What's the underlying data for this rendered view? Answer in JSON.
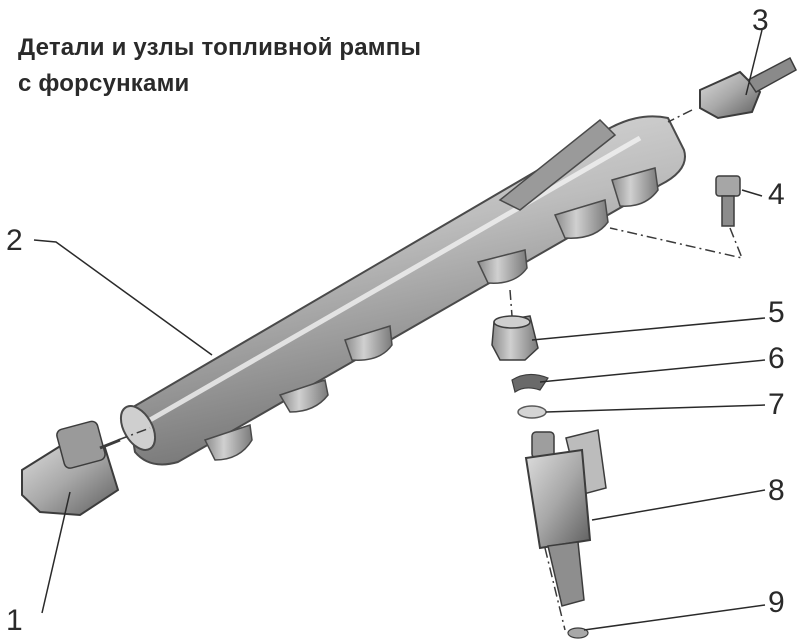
{
  "title": {
    "line1": "Детали и узлы топливной рампы",
    "line2": "с форсунками"
  },
  "callouts": [
    "1",
    "2",
    "3",
    "4",
    "5",
    "6",
    "7",
    "8",
    "9"
  ],
  "colors": {
    "ink": "#2a2a2a",
    "metal_light": "#d9d9d9",
    "metal_mid": "#b3b3b3",
    "metal_dark": "#7a7a7a",
    "background": "#ffffff"
  }
}
